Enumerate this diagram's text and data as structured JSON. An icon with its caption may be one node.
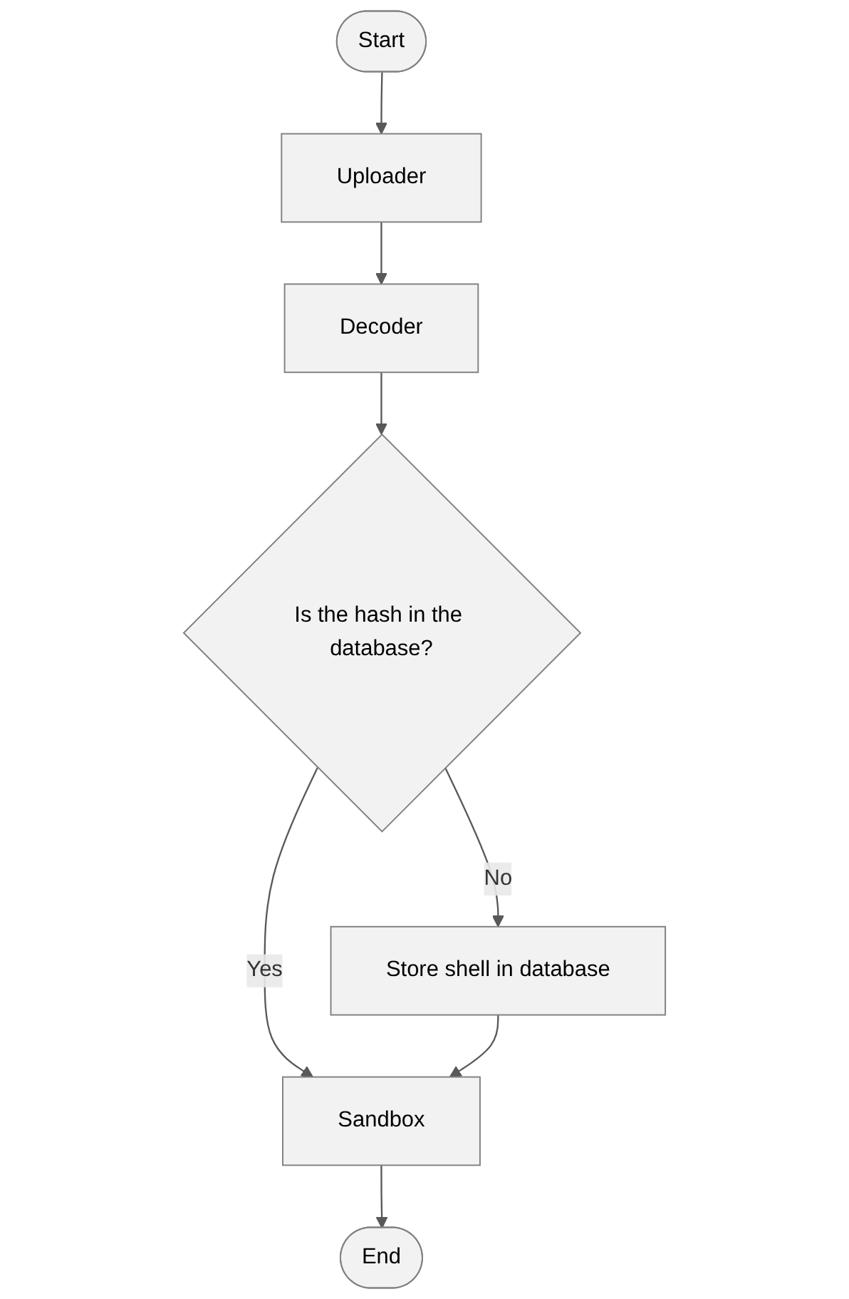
{
  "diagram": {
    "nodes": [
      {
        "text": [
          "Start"
        ]
      },
      {
        "text": [
          "Uploader"
        ]
      },
      {
        "text": [
          "Decoder"
        ]
      },
      {
        "text": [
          "Is the hash in the database?"
        ]
      },
      {
        "text": [
          "Store shell in database"
        ]
      },
      {
        "text": [
          "Sandbox"
        ]
      },
      {
        "text": [
          "End"
        ]
      }
    ],
    "edges": [
      {
        "from": 0,
        "to": 1,
        "arrow": "to"
      },
      {
        "from": 1,
        "to": 2,
        "arrow": "to"
      },
      {
        "from": 2,
        "to": 3,
        "arrow": "to"
      },
      {
        "from": 3,
        "to": 4,
        "arrow": "to",
        "label": "No"
      },
      {
        "from": 3,
        "to": 5,
        "arrow": "to",
        "label": "Yes"
      },
      {
        "from": 4,
        "to": 5,
        "arrow": "to"
      },
      {
        "from": 5,
        "to": 6,
        "arrow": "to"
      }
    ]
  }
}
